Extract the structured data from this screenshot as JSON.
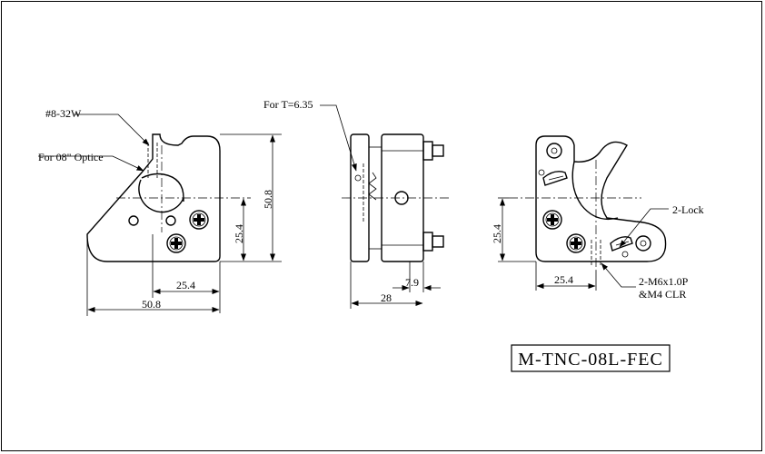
{
  "labels": {
    "thread": "#8-32W",
    "optic": "For 08\" Optice",
    "thickness": "For T=6.35",
    "lock": "2-Lock",
    "screw_line1": "2-M6x1.0P",
    "screw_line2": "&M4 CLR"
  },
  "dimensions": {
    "front_height": "50.8",
    "front_center_height": "25.4",
    "front_center_width": "25.4",
    "front_width": "50.8",
    "side_small": "7.9",
    "side_total": "28",
    "rear_center_height": "25.4",
    "rear_center_width": "25.4"
  },
  "part_number": "M-TNC-08L-FEC"
}
